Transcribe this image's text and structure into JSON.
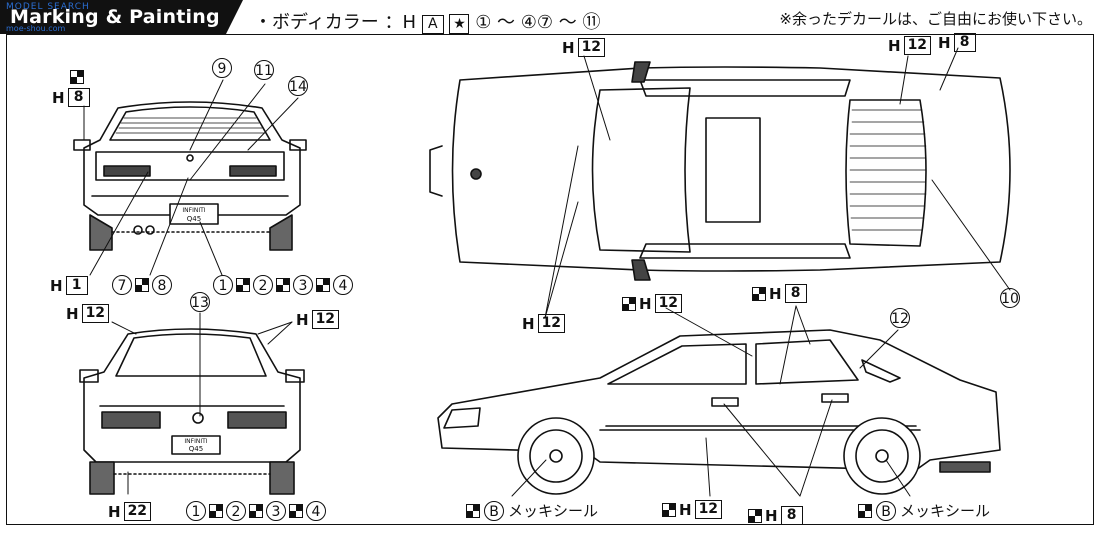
{
  "header": {
    "title": "Marking & Painting",
    "watermark": "MODEL SEARCH",
    "watermark_sub": "moe-shou.com",
    "body_color_prefix": "・ボディカラー ：H",
    "body_color_code": "A",
    "body_color_range": "① ～ ④⑦ ～ ⑪",
    "note": "※余ったデカールは、ご自由にお使い下さい。"
  },
  "labels": {
    "h8_rear": "8",
    "h1": "1",
    "h12_front_left": "12",
    "h12_front_right": "12",
    "h22": "22",
    "h12_top_a": "12",
    "h12_top_b": "12",
    "h8_top": "8",
    "h12_top_bottom": "12",
    "h12_side": "12",
    "h8_side_top": "8",
    "h12_side_bottom": "12",
    "h8_side_bottom": "8",
    "h_prefix": "H"
  },
  "callouts": {
    "rear_9": "9",
    "rear_11": "11",
    "rear_14": "14",
    "front_13": "13",
    "top_10": "10",
    "side_12": "12"
  },
  "sequences": {
    "rear_left": [
      "7",
      "8"
    ],
    "rear_right": [
      "1",
      "2",
      "3",
      "4"
    ],
    "front_bottom": [
      "1",
      "2",
      "3",
      "4"
    ]
  },
  "side_labels": {
    "chrome_seal_b": "B",
    "chrome_seal_text": "メッキシール"
  },
  "plate": {
    "brand": "INFINITI",
    "model": "Q45"
  }
}
